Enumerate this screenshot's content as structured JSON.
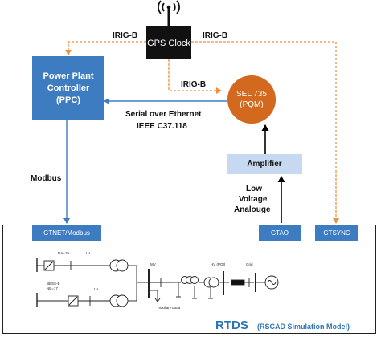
{
  "gps": {
    "label": "GPS Clock"
  },
  "ppc": {
    "line1": "Power Plant",
    "line2": "Controller",
    "line3": "(PPC)"
  },
  "sel": {
    "line1": "SEL 735",
    "line2": "(PQM)"
  },
  "amplifier": {
    "label": "Amplifier"
  },
  "links": {
    "irig_left": "IRIG-B",
    "irig_right": "IRIG-B",
    "irig_mid": "IRIG-B",
    "serial_line1": "Serial over Ethernet",
    "serial_line2": "IEEE C37.118",
    "modbus": "Modbus",
    "analog_line1": "Low",
    "analog_line2": "Voltage",
    "analog_line3": "Analouge"
  },
  "rtds": {
    "gtnet": "GTNET/Modbus",
    "gtao": "GTAO",
    "gtsync": "GTSYNC",
    "title": "RTDS",
    "subtitle": "(RSCAD Simulation Model)"
  },
  "schematic": {
    "top_source": "NA=19",
    "bess_line1": "BESS-B",
    "bess_line2": "NB=17",
    "lv_top": "LV",
    "lv_bottom": "LV",
    "mv": "MV",
    "hv": "HV (POI)",
    "grid": "Grid",
    "aux": "Auxiliary Load"
  },
  "colors": {
    "block_blue": "#3e7cc2",
    "amplifier_blue": "#c6d9f1",
    "sel_orange": "#d2691e",
    "timing_dashed": "#f0903c",
    "serial_arrow": "#3e7cc2",
    "rtds_title": "#2e74b5"
  }
}
